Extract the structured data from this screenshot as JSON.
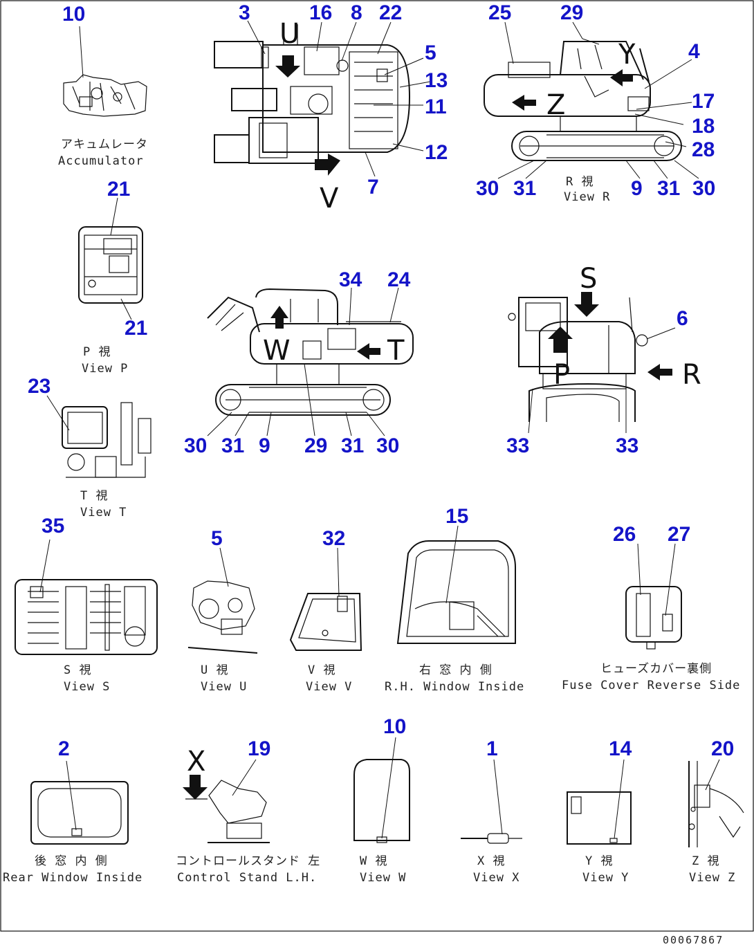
{
  "drawing": {
    "code": "00067867"
  },
  "captions": {
    "accumulator_jp": "アキュムレータ",
    "accumulator_en": "Accumulator",
    "view_r_jp": "R 視",
    "view_r_en": "View R",
    "view_p_jp": "P 視",
    "view_p_en": "View P",
    "view_t_jp": "T 視",
    "view_t_en": "View T",
    "view_s_jp": "S 視",
    "view_s_en": "View S",
    "view_u_jp": "U 視",
    "view_u_en": "View U",
    "view_v_jp": "V 視",
    "view_v_en": "View V",
    "rh_window_jp": "右 窓 内 側",
    "rh_window_en": "R.H. Window Inside",
    "fuse_cover_jp": "ヒューズカバー裏側",
    "fuse_cover_en": "Fuse Cover Reverse Side",
    "rear_window_jp": "後 窓 内 側",
    "rear_window_en": "Rear Window Inside",
    "control_stand_jp": "コントロールスタンド 左",
    "control_stand_en": "Control Stand L.H.",
    "view_w_jp": "W 視",
    "view_w_en": "View W",
    "view_x_jp": "X 視",
    "view_x_en": "View X",
    "view_y_jp": "Y 視",
    "view_y_en": "View Y",
    "view_z_jp": "Z 視",
    "view_z_en": "View Z"
  },
  "view_letters": {
    "u": "U",
    "v": "V",
    "y": "Y",
    "z": "Z",
    "s": "S",
    "r": "R",
    "w": "W",
    "t": "T",
    "p": "P",
    "x": "X"
  },
  "callouts": {
    "c10a": "10",
    "c3": "3",
    "c16": "16",
    "c8": "8",
    "c22": "22",
    "c25": "25",
    "c29a": "29",
    "c4": "4",
    "c5a": "5",
    "c13": "13",
    "c11": "11",
    "c12": "12",
    "c7": "7",
    "c17": "17",
    "c18": "18",
    "c28": "28",
    "c30a": "30",
    "c31a": "31",
    "c9a": "9",
    "c31b": "31",
    "c30b": "30",
    "c21a": "21",
    "c21b": "21",
    "c34": "34",
    "c24": "24",
    "c6": "6",
    "c23": "23",
    "c30c": "30",
    "c31c": "31",
    "c9b": "9",
    "c29b": "29",
    "c31d": "31",
    "c30d": "30",
    "c33a": "33",
    "c33b": "33",
    "c35": "35",
    "c5b": "5",
    "c32": "32",
    "c15": "15",
    "c26": "26",
    "c27": "27",
    "c10b": "10",
    "c2": "2",
    "c19": "19",
    "c1": "1",
    "c14": "14",
    "c20": "20"
  }
}
